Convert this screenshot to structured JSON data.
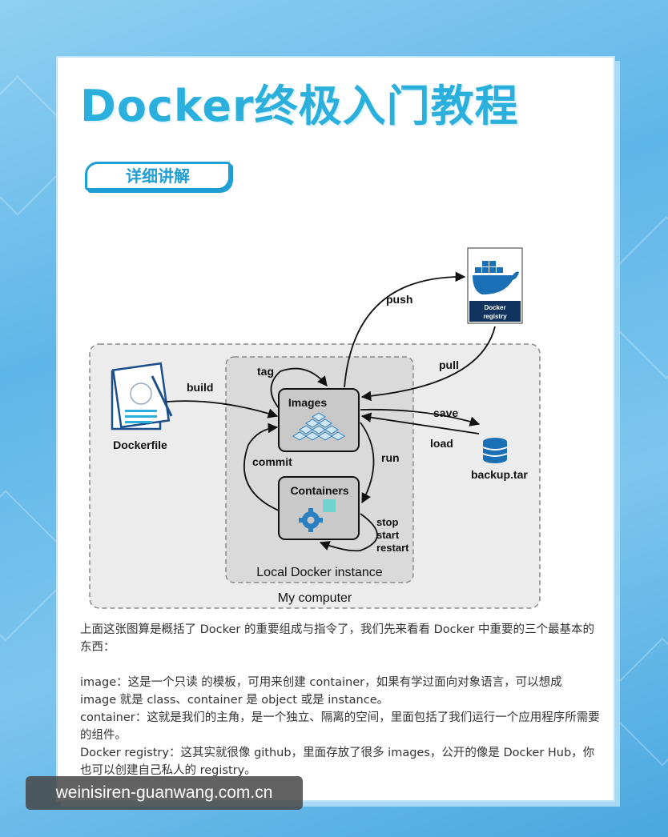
{
  "header": {
    "title": "Docker终极入门教程",
    "badge": "详细讲解"
  },
  "diagram": {
    "outer_label": "My computer",
    "inner_label": "Local Docker instance",
    "nodes": {
      "dockerfile": "Dockerfile",
      "images": "Images",
      "containers": "Containers",
      "registry_line1": "Docker",
      "registry_line2": "registry",
      "backup": "backup.tar"
    },
    "edges": {
      "build": "build",
      "tag": "tag",
      "push": "push",
      "pull": "pull",
      "save": "save",
      "load": "load",
      "run": "run",
      "commit": "commit",
      "stop": "stop",
      "start": "start",
      "restart": "restart"
    }
  },
  "description": {
    "intro": "上面这张图算是概括了 Docker 的重要组成与指令了，我们先来看看 Docker 中重要的三个最基本的东西：",
    "image_line": "image：这是一个只读 的模板，可用来创建 container，如果有学过面向对象语言，可以想成 image 就是 class、container 是 object 或是 instance。",
    "container_line": "container：这就是我们的主角，是一个独立、隔离的空间，里面包括了我们运行一个应用程序所需要的组件。",
    "registry_line": "Docker registry：这其实就很像 github，里面存放了很多 images，公开的像是 Docker Hub，你也可以创建自己私人的 registry。"
  },
  "watermark": "weinisiren-guanwang.com.cn",
  "colors": {
    "accent": "#2bb0de",
    "node_fill": "#c9c9c9",
    "docker_blue": "#1b6fb5",
    "registry_bar": "#10335f"
  }
}
